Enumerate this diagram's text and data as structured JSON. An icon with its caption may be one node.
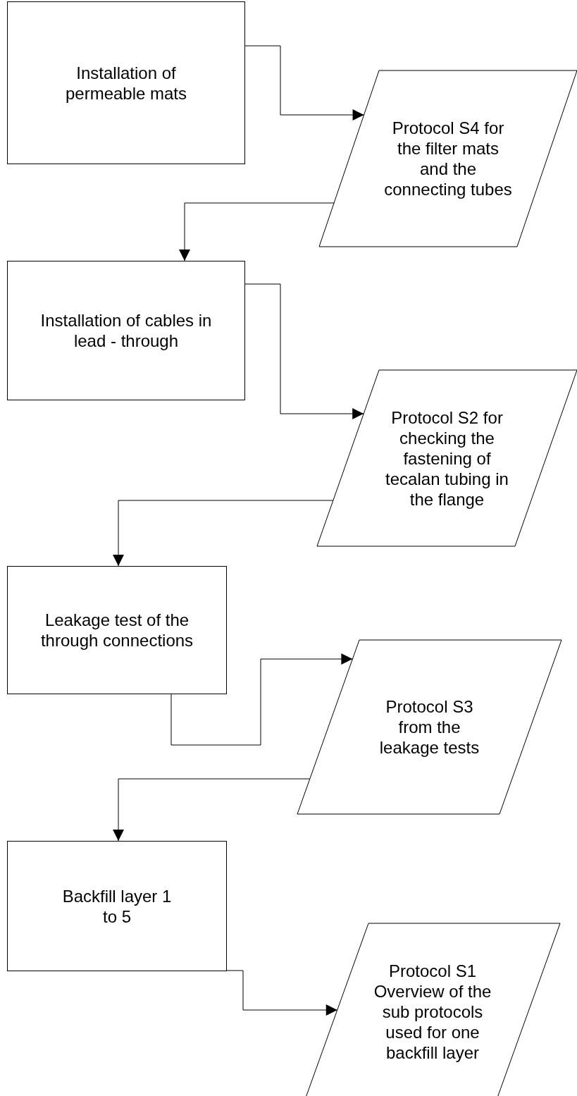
{
  "diagram": {
    "nodes": [
      {
        "text": [
          "Installation of permeable mats"
        ]
      },
      {
        "text": [
          "Protocol S4 for the filter mats and the connecting tubes"
        ]
      },
      {
        "text": [
          "Installation of cables in lead - through"
        ]
      },
      {
        "text": [
          "Protocol S2 for checking the fastening of tecalan tubing in the flange"
        ]
      },
      {
        "text": [
          "Leakage test of the through connections"
        ]
      },
      {
        "text": [
          "Protocol S3 from the leakage tests"
        ]
      },
      {
        "text": [
          "Backfill layer 1 to 5"
        ]
      },
      {
        "text": [
          "Protocol S1 Overview of the sub protocols used for one backfill layer"
        ]
      }
    ],
    "edges": [
      {
        "from": 0,
        "to": 1,
        "arrow": "to"
      },
      {
        "from": 1,
        "to": 2,
        "arrow": "to"
      },
      {
        "from": 2,
        "to": 3,
        "arrow": "to"
      },
      {
        "from": 3,
        "to": 4,
        "arrow": "to"
      },
      {
        "from": 4,
        "to": 5,
        "arrow": "to"
      },
      {
        "from": 5,
        "to": 6,
        "arrow": "to"
      },
      {
        "from": 6,
        "to": 7,
        "arrow": "to"
      }
    ]
  }
}
